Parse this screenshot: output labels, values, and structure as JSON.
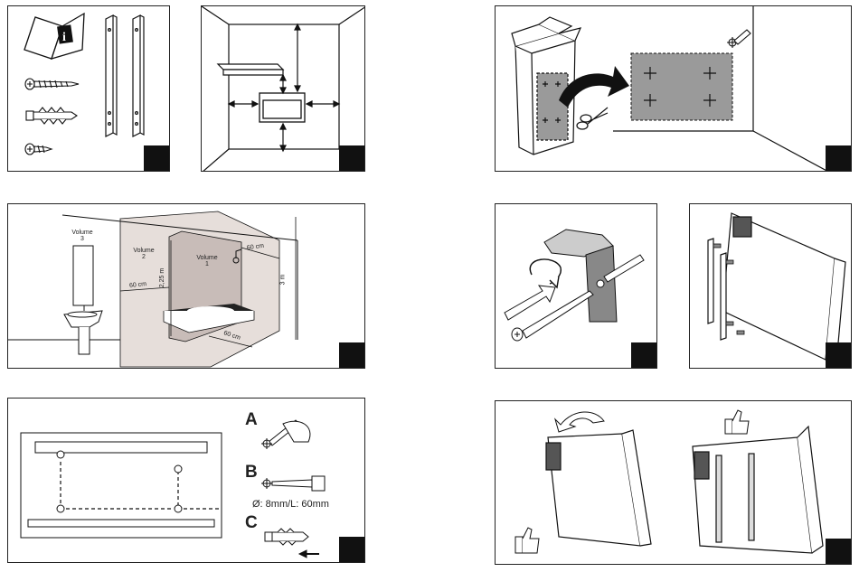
{
  "bathroom_zones": {
    "volume3": "Volume\n3",
    "volume2": "Volume\n2",
    "volume1": "Volume\n1",
    "dist_60_a": "60 cm",
    "dist_60_b": "60 cm",
    "dist_60_c": "60 cm",
    "height_225": "2,25 m",
    "height_3": "3 m"
  },
  "drilling_steps": {
    "step_a": "A",
    "step_b": "B",
    "step_c": "C",
    "drill_spec": "Ø: 8mm/L: 60mm"
  }
}
